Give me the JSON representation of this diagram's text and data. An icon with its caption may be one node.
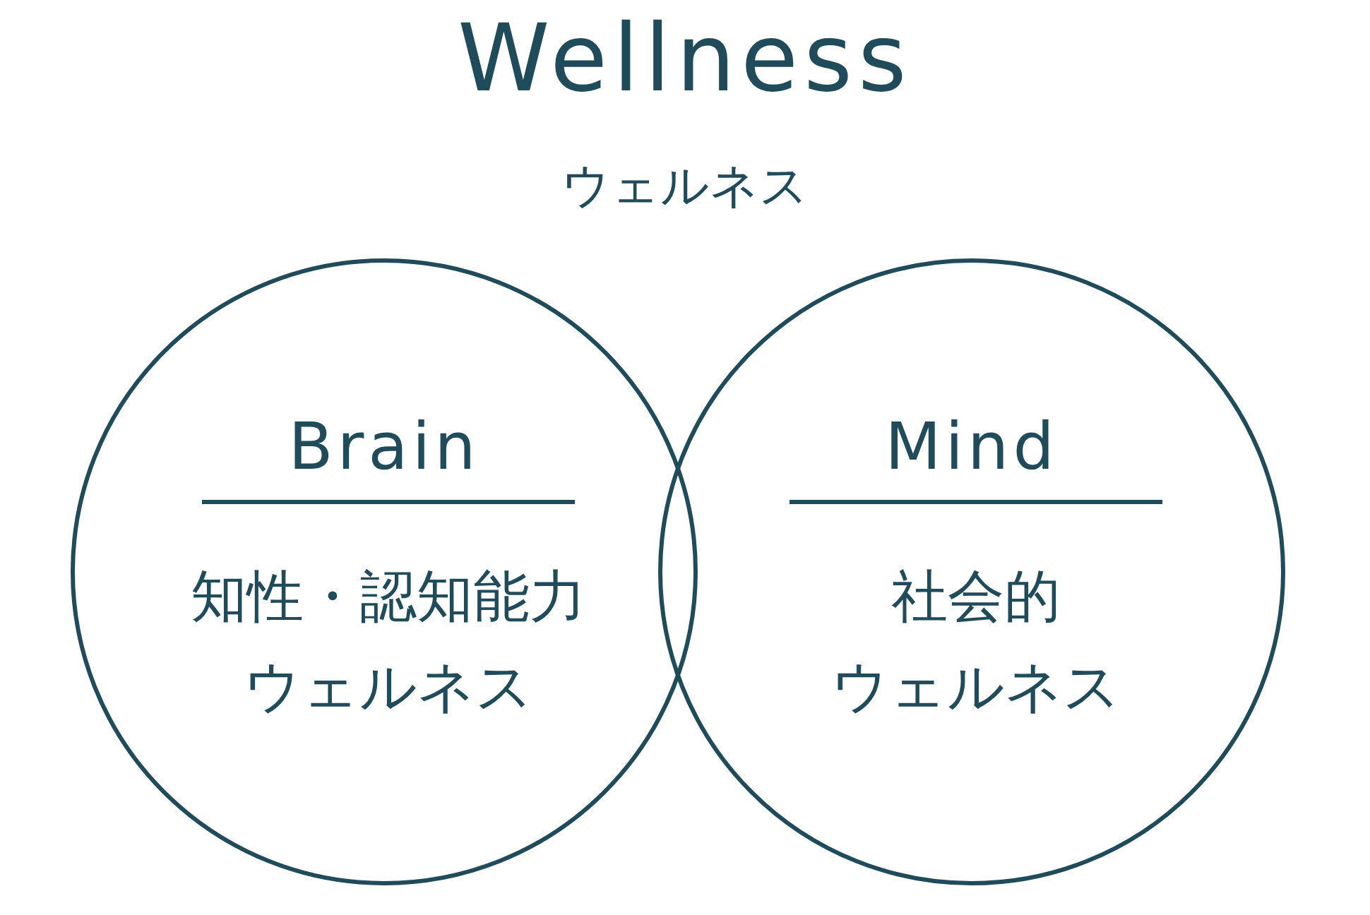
{
  "diagram": {
    "title": "Wellness",
    "nodes": [
      {
        "text": [
          "Brain",
          "知性・認知能力ウェルネス"
        ]
      },
      {
        "text": [
          "Mind",
          "社会的ウェルネス"
        ]
      }
    ],
    "edges": [],
    "labels": [
      "ウェルネス"
    ]
  }
}
